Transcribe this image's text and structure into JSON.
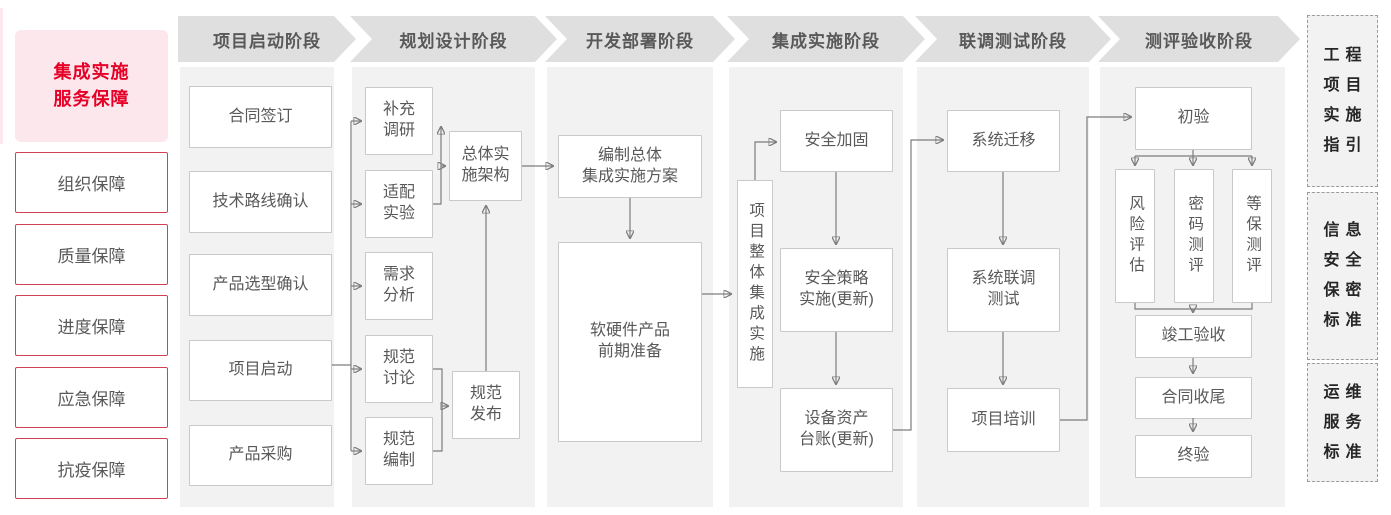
{
  "left_sidebar": {
    "highlight_label": "集成实施\n服务保障",
    "items": [
      {
        "label": "组织保障"
      },
      {
        "label": "质量保障"
      },
      {
        "label": "进度保障"
      },
      {
        "label": "应急保障"
      },
      {
        "label": "抗疫保障"
      }
    ]
  },
  "phases": [
    {
      "header": "项目启动阶段",
      "boxes": [
        {
          "label": "合同签订"
        },
        {
          "label": "技术路线确认"
        },
        {
          "label": "产品选型确认"
        },
        {
          "label": "项目启动"
        },
        {
          "label": "产品采购"
        }
      ]
    },
    {
      "header": "规划设计阶段",
      "boxes": [
        {
          "label": "补充\n调研"
        },
        {
          "label": "适配\n实验"
        },
        {
          "label": "需求\n分析"
        },
        {
          "label": "规范\n讨论"
        },
        {
          "label": "规范\n编制"
        },
        {
          "label": "总体实\n施架构"
        },
        {
          "label": "规范\n发布"
        }
      ]
    },
    {
      "header": "开发部署阶段",
      "boxes": [
        {
          "label": "编制总体\n集成实施方案"
        },
        {
          "label": "软硬件产品\n前期准备"
        }
      ]
    },
    {
      "header": "集成实施阶段",
      "boxes": [
        {
          "label": "项目整体集成实施"
        },
        {
          "label": "安全加固"
        },
        {
          "label": "安全策略\n实施(更新)"
        },
        {
          "label": "设备资产\n台账(更新)"
        }
      ]
    },
    {
      "header": "联调测试阶段",
      "boxes": [
        {
          "label": "系统迁移"
        },
        {
          "label": "系统联调\n测试"
        },
        {
          "label": "项目培训"
        }
      ]
    },
    {
      "header": "测评验收阶段",
      "boxes": [
        {
          "label": "初验"
        },
        {
          "label": "风险评估"
        },
        {
          "label": "密码测评"
        },
        {
          "label": "等保测评"
        },
        {
          "label": "竣工验收"
        },
        {
          "label": "合同收尾"
        },
        {
          "label": "终验"
        }
      ]
    }
  ],
  "right_sidebar": {
    "items": [
      {
        "lines": [
          "工程",
          "项目",
          "实施",
          "指引"
        ]
      },
      {
        "lines": [
          "信息",
          "安全",
          "保密",
          "标准"
        ]
      },
      {
        "lines": [
          "运维",
          "服务",
          "标准"
        ]
      }
    ]
  },
  "colors": {
    "accent_red": "#e60027",
    "pink_bg": "#fce8ec",
    "border_red": "#cf4256",
    "text_gray": "#595959",
    "banner_bg": "#dfdfdf",
    "body_bg": "#f2f2f2",
    "box_border": "#c9c9c9",
    "connector_gray": "#7d7d7d",
    "dark_text": "#262626"
  }
}
